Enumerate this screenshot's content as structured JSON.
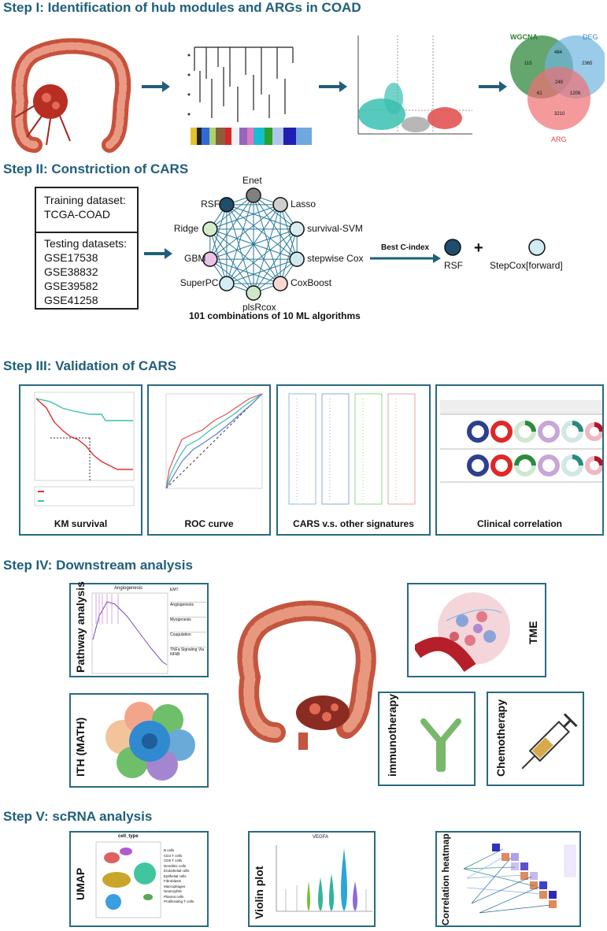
{
  "steps": {
    "s1": "Step I: Identification of hub modules and ARGs in COAD",
    "s2": "Step II: Constriction  of CARS",
    "s3": "Step III: Validation  of CARS",
    "s4": "Step IV: Downstream analysis",
    "s5": "Step V: scRNA analysis"
  },
  "venn": {
    "wgcna": "WGCNA",
    "deg": "DEG",
    "arg": "ARG",
    "n_wgcna_only": "115",
    "n_wgcna_deg": "484",
    "n_deg_only": "2365",
    "n_all": "249",
    "n_wgcna_arg": "61",
    "n_deg_arg": "1206",
    "n_arg_only": "3210"
  },
  "datasets": {
    "training_title": "Training dataset:",
    "training": "TCGA-COAD",
    "testing_title": "Testing datasets:",
    "testing": [
      "GSE17538",
      "GSE38832",
      "GSE39582",
      "GSE41258"
    ]
  },
  "ml": {
    "algorithms": [
      "Enet",
      "Lasso",
      "survival-SVM",
      "stepwise Cox",
      "CoxBoost",
      "plsRcox",
      "SuperPC",
      "GBM",
      "Ridge",
      "RSF"
    ],
    "node_colors": [
      "#7f8080",
      "#cfcfcf",
      "#d7ecf3",
      "#cfe9ef",
      "#f6d9d3",
      "#cfe8c9",
      "#d2ecf4",
      "#eac3e8",
      "#d5ecc9",
      "#1e4e6b"
    ],
    "caption": "101 combinations of 10 ML algorithms",
    "best": "Best C-index",
    "result1": "RSF",
    "plus": "+",
    "result2": "StepCox[forward]"
  },
  "validation": {
    "km": "KM survival",
    "roc": "ROC curve",
    "sig": "CARS v.s. other signatures",
    "clin": "Clinical correlation"
  },
  "downstream": {
    "pathway": "Pathway analysis",
    "tme": "TME",
    "ith": "ITH (MATH)",
    "immuno": "immunotherapy",
    "chemo": "Chemotherapy",
    "gsea_title": "Angiogenesis",
    "gsea_sets": [
      "EMT",
      "Angiogenesis",
      "Myogenesis",
      "Coagulation",
      "TNFa Signaling Via NFkB"
    ]
  },
  "scrna": {
    "umap": "UMAP",
    "violin": "Violin plot",
    "corr": "Correlation heatmap",
    "umap_title": "cell_type",
    "violin_title": "VEGFA",
    "cell_types": [
      "B cells",
      "CD4 T cells",
      "CD8 T cells",
      "Dendritic cells",
      "Endothelial cells",
      "Epithelial cells",
      "Fibroblasts",
      "Macrophages",
      "Neutrophils",
      "Plasma cells",
      "Proliferating T cells"
    ]
  }
}
